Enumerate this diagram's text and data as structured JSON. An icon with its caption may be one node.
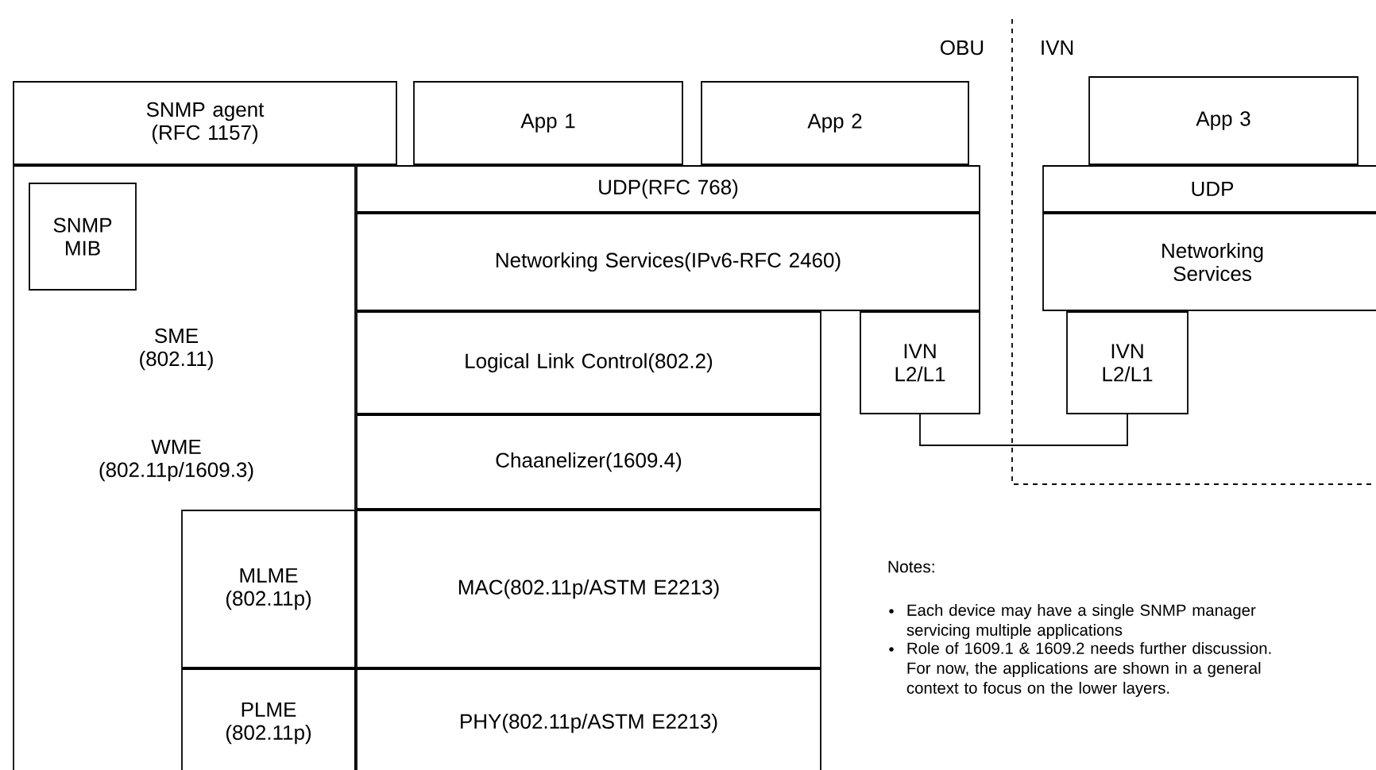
{
  "diagram": {
    "nodes": [
      {
        "text": [
          "SNMP agent (RFC 1157)"
        ]
      },
      {
        "text": [
          "App 1"
        ]
      },
      {
        "text": [
          "App 2"
        ]
      },
      {
        "text": [
          "App 3"
        ]
      },
      {
        "text": [
          "SME (802.11)",
          "WME (802.11p/1609.3)"
        ]
      },
      {
        "text": [
          "SNMP MIB"
        ],
        "in": 4
      },
      {
        "text": [
          "UDP(RFC 768)"
        ]
      },
      {
        "text": [
          "Networking Services(IPv6-RFC 2460)"
        ]
      },
      {
        "text": [
          "UDP"
        ]
      },
      {
        "text": [
          "Networking Services"
        ]
      },
      {
        "text": [
          "Logical Link Control(802.2)"
        ]
      },
      {
        "text": [
          "IVN L2/L1"
        ]
      },
      {
        "text": [
          "IVN L2/L1"
        ]
      },
      {
        "text": [
          "Chaanelizer(1609.4)"
        ]
      },
      {
        "text": [
          "MLME (802.11p)"
        ],
        "in": 4
      },
      {
        "text": [
          "MAC(802.11p/ASTM E2213)"
        ]
      },
      {
        "text": [
          "PLME (802.11p)"
        ],
        "in": 4
      },
      {
        "text": [
          "PHY(802.11p/ASTM E2213)"
        ]
      }
    ],
    "edges": [
      {
        "from": 11,
        "to": 12,
        "arrow": "none"
      }
    ],
    "labels": [
      "OBU",
      "IVN",
      "Notes:",
      "Each device may have a single SNMP manager servicing multiple applications",
      "Role of 1609.1 & 1609.2 needs further discussion. For now, the applications are shown in a general context to focus on the lower layers."
    ]
  }
}
